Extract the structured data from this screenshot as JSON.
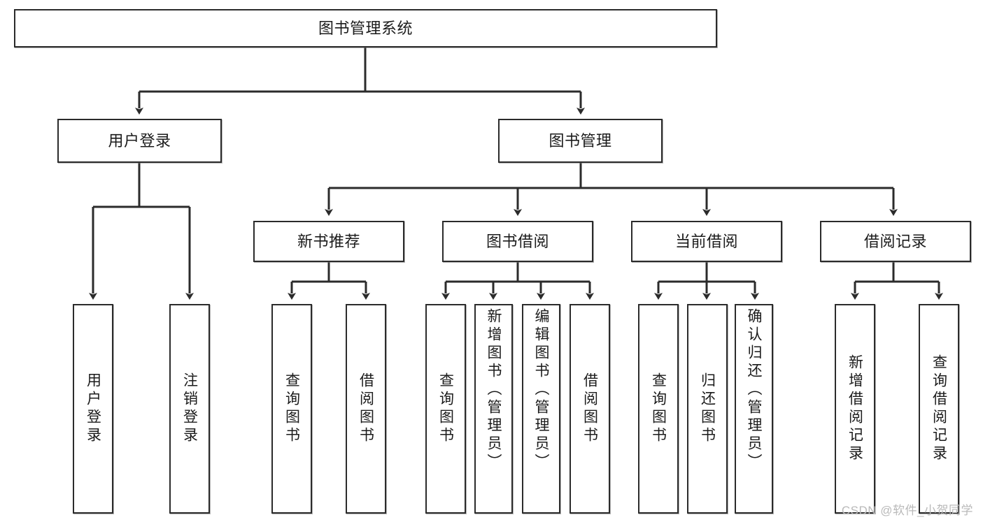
{
  "diagram": {
    "title": "图书管理系统",
    "type": "tree",
    "watermark": "CSDN @软件_小贺同学",
    "colors": {
      "stroke": "#2b2b2b",
      "fill": "#ffffff",
      "text": "#1b1b1b",
      "watermark": "#b9b9b9"
    },
    "root": {
      "label": "图书管理系统"
    },
    "level2": [
      {
        "label": "用户登录"
      },
      {
        "label": "图书管理"
      }
    ],
    "level3": [
      {
        "label": "新书推荐"
      },
      {
        "label": "图书借阅"
      },
      {
        "label": "当前借阅"
      },
      {
        "label": "借阅记录"
      }
    ],
    "leaves": {
      "user_login": [
        {
          "label": "用户登录"
        },
        {
          "label": "注销登录"
        }
      ],
      "new_book_recommend": [
        {
          "label": "查询图书"
        },
        {
          "label": "借阅图书"
        }
      ],
      "book_borrow": [
        {
          "label": "查询图书"
        },
        {
          "label": "新增图书（管理员）"
        },
        {
          "label": "编辑图书（管理员）"
        },
        {
          "label": "借阅图书"
        }
      ],
      "current_borrow": [
        {
          "label": "查询图书"
        },
        {
          "label": "归还图书"
        },
        {
          "label": "确认归还（管理员）"
        }
      ],
      "borrow_record": [
        {
          "label": "新增借阅记录"
        },
        {
          "label": "查询借阅记录"
        }
      ]
    }
  }
}
